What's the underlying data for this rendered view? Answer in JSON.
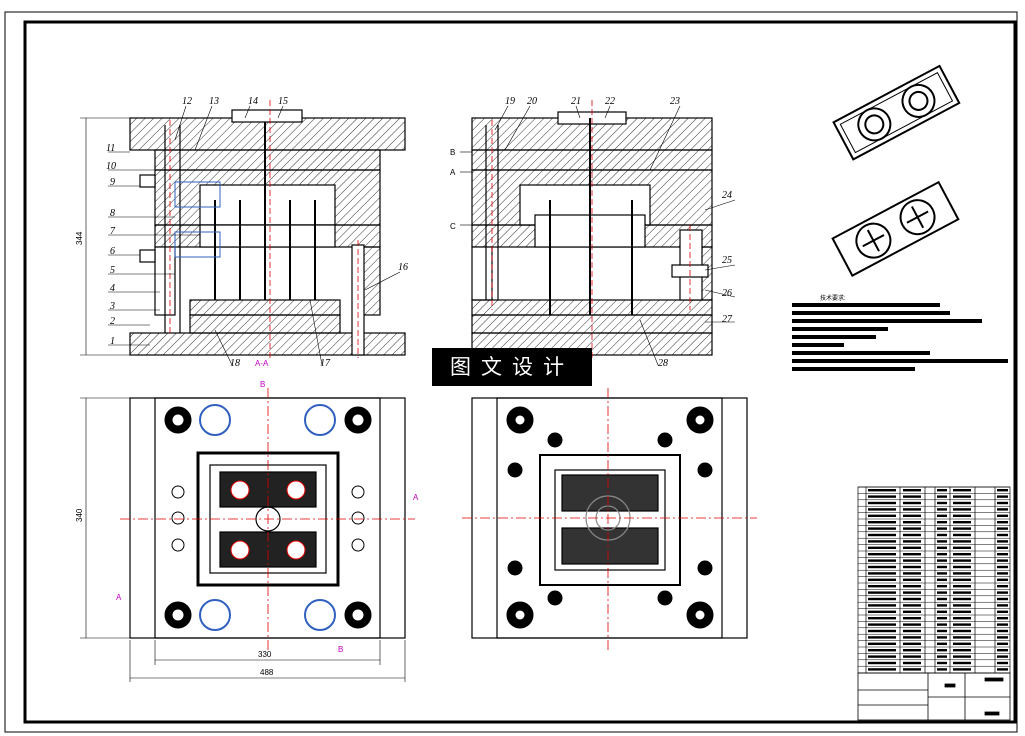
{
  "drawing": {
    "part_numbers_left": [
      "1",
      "2",
      "3",
      "4",
      "5",
      "6",
      "7",
      "8",
      "9",
      "10",
      "11",
      "12",
      "13",
      "14",
      "15",
      "16",
      "17",
      "18"
    ],
    "part_numbers_right": [
      "19",
      "20",
      "21",
      "22",
      "23",
      "24",
      "25",
      "26",
      "27",
      "28"
    ],
    "section_label": "A-A",
    "section_markers": {
      "b": "B",
      "a": "A",
      "c": "C"
    },
    "dimensions": {
      "height_left": "344",
      "height_bottom_left": "340",
      "width_inner": "330",
      "width_outer": "488"
    },
    "tech_requirements_title": "技术要求:",
    "watermark": "图文设计"
  },
  "colors": {
    "line": "#000000",
    "hatch": "#000000",
    "red": "#e00000",
    "magenta": "#c000c0",
    "blue": "#3060c0"
  }
}
